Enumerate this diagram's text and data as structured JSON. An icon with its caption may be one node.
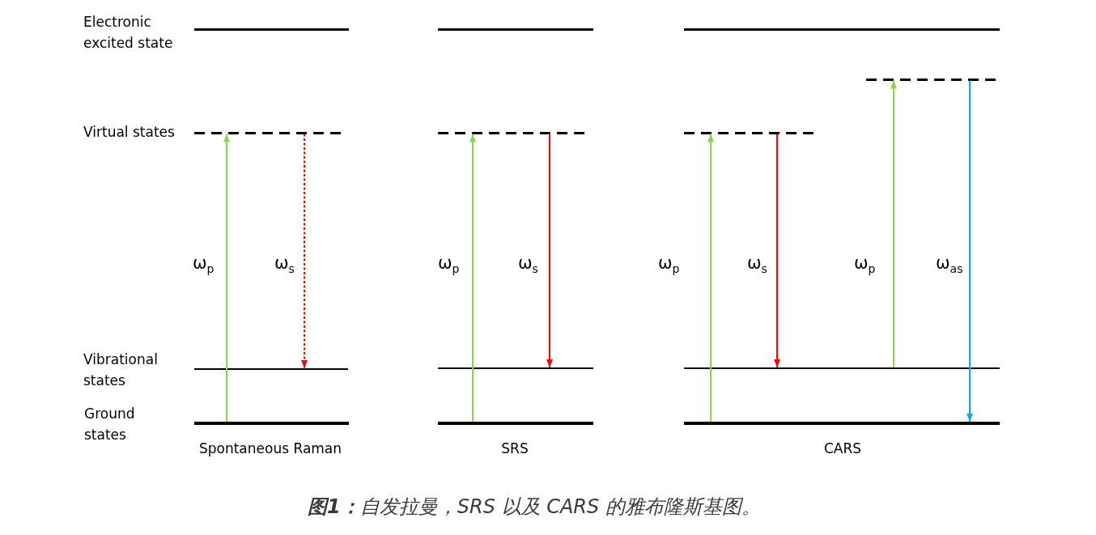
{
  "diagram": {
    "caption": "**图1：**自发拉曼，SRS 以及 CARS 的雅布隆斯基图。",
    "nodes": [
      {
        "text": [],
        "shape": "bar"
      },
      {
        "text": [],
        "shape": "bar"
      },
      {
        "text": [],
        "shape": "bar"
      },
      {
        "text": [],
        "shape": "bar"
      },
      {
        "text": [],
        "shape": "bar"
      },
      {
        "text": [],
        "shape": "bar"
      },
      {
        "text": [],
        "shape": "bar"
      },
      {
        "text": [],
        "shape": "bar"
      },
      {
        "text": [],
        "shape": "bar"
      },
      {
        "text": [],
        "shape": "bar"
      },
      {
        "text": [],
        "shape": "bar"
      },
      {
        "text": [],
        "shape": "bar"
      },
      {
        "text": [],
        "shape": "bar"
      }
    ],
    "edges": [
      {
        "from": 3,
        "to": 1,
        "arrow": "to",
        "label": "ω$_{p}$"
      },
      {
        "from": 1,
        "to": 2,
        "arrow": "to",
        "label": "ω$_{s}$",
        "style": "dashed",
        "color": "#ff0000"
      },
      {
        "from": 7,
        "to": 5,
        "arrow": "to",
        "label": "ω$_{p}$"
      },
      {
        "from": 5,
        "to": 6,
        "arrow": "to",
        "label": "ω$_{s}$",
        "color": "#ff0000"
      },
      {
        "from": 12,
        "to": 9,
        "arrow": "to",
        "label": "ω$_{p}$"
      },
      {
        "from": 9,
        "to": 11,
        "arrow": "to",
        "label": "ω$_{s}$",
        "color": "#ff0000"
      },
      {
        "from": 11,
        "to": 10,
        "arrow": "to",
        "label": "ω$_{p}$"
      },
      {
        "from": 10,
        "to": 12,
        "arrow": "to",
        "label": "ω$_{as}$",
        "color": "#00b0f0"
      }
    ],
    "labels": [
      "Electronic excited state",
      "Virtual states",
      "Vibrational states",
      "Ground states",
      "Spontaneous Raman",
      "SRS",
      "CARS"
    ]
  }
}
